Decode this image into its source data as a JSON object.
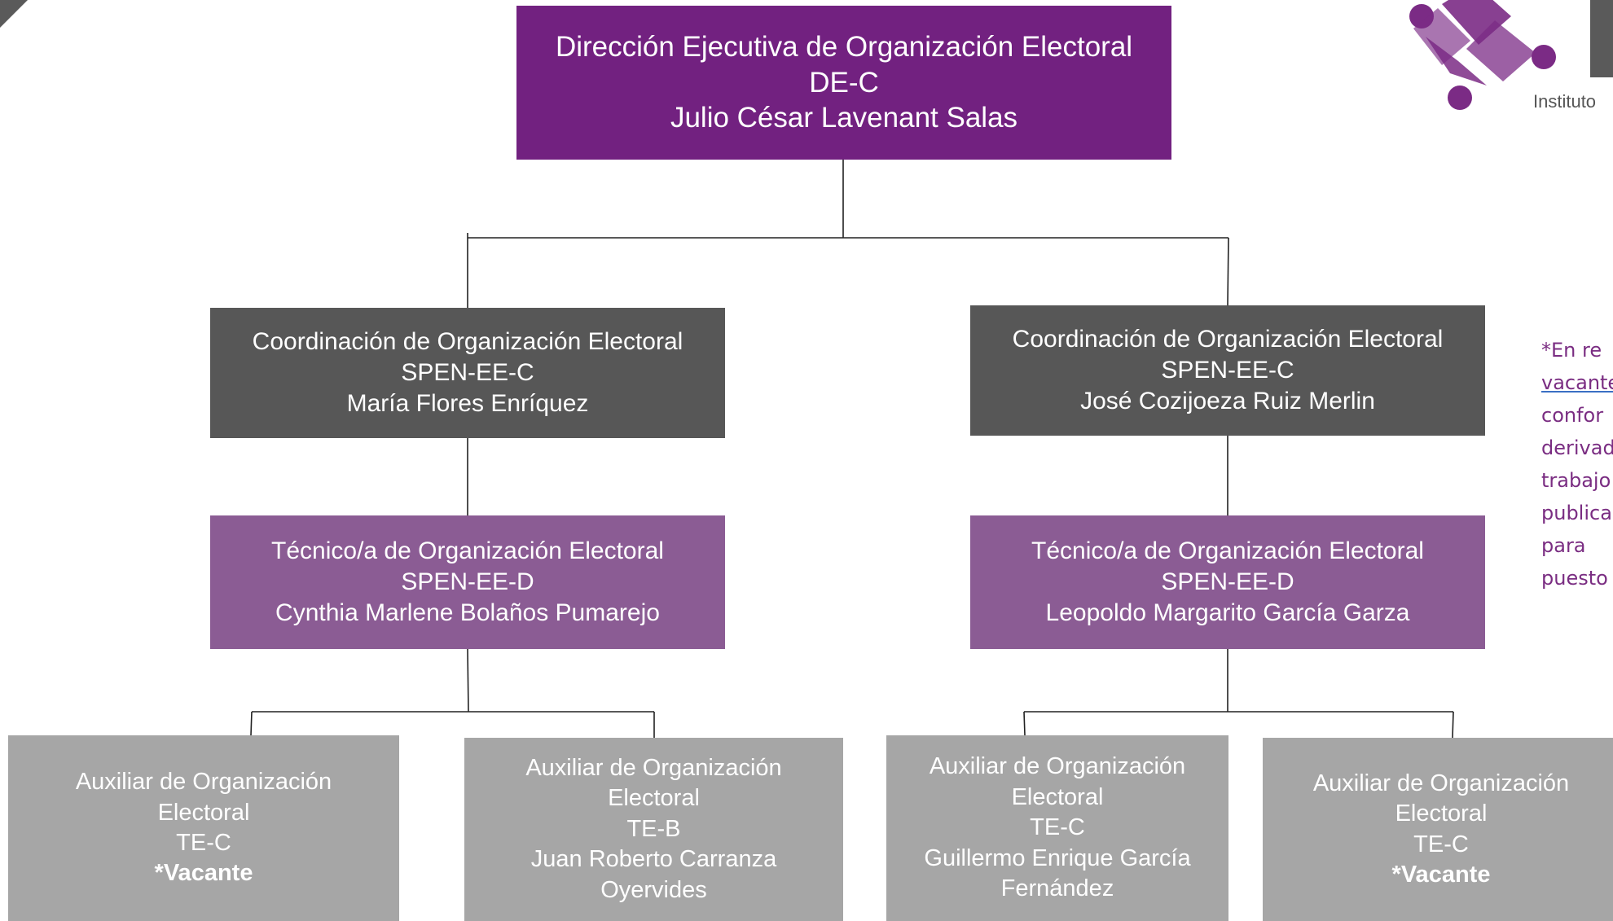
{
  "header": {
    "title": "Dirección Ejecutiva de Organización Electoral",
    "code": "DE-C",
    "name": "Julio César Lavenant Salas"
  },
  "coordinations": [
    {
      "title": "Coordinación de Organización Electoral",
      "code": "SPEN-EE-C",
      "name": "María Flores Enríquez"
    },
    {
      "title": "Coordinación de Organización Electoral",
      "code": "SPEN-EE-C",
      "name": "José Cozijoeza Ruiz Merlin"
    }
  ],
  "technicians": [
    {
      "title": "Técnico/a de Organización Electoral",
      "code": "SPEN-EE-D",
      "name": "Cynthia Marlene Bolaños Pumarejo"
    },
    {
      "title": "Técnico/a de Organización Electoral",
      "code": "SPEN-EE-D",
      "name": "Leopoldo Margarito García Garza"
    }
  ],
  "auxiliaries": [
    {
      "title1": "Auxiliar de Organización",
      "title2": "Electoral",
      "code": "TE-C",
      "name1": "*Vacante",
      "name2": ""
    },
    {
      "title1": "Auxiliar de Organización",
      "title2": "Electoral",
      "code": "TE-B",
      "name1": "Juan Roberto Carranza",
      "name2": "Oyervides"
    },
    {
      "title1": "Auxiliar de Organización",
      "title2": "Electoral",
      "code": "TE-C",
      "name1": "Guillermo Enrique García",
      "name2": "Fernández"
    },
    {
      "title1": "Auxiliar de Organización",
      "title2": "Electoral",
      "code": "TE-C",
      "name1": "*Vacante",
      "name2": ""
    }
  ],
  "logo": {
    "text": "Instituto"
  },
  "side_note": {
    "lines": [
      "*En re",
      "vacante",
      "confor",
      "derivad",
      "trabajo",
      "publica",
      "para",
      "puesto"
    ]
  },
  "colors": {
    "director": "#722180",
    "coordination": "#575757",
    "technician": "#8b5c94",
    "auxiliary": "#a6a6a6",
    "note_text": "#7a2d82"
  }
}
